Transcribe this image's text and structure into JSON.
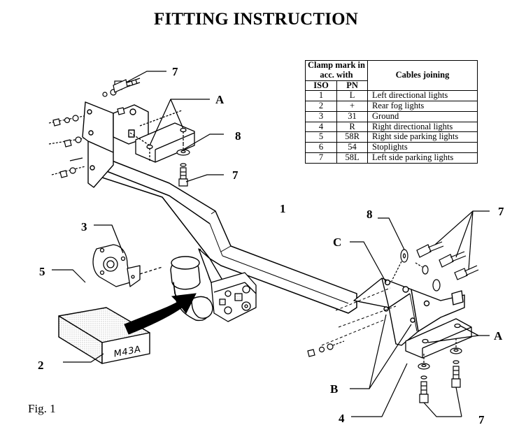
{
  "title": "FITTING INSTRUCTION",
  "figure_label": "Fig. 1",
  "box_marking": "M43A",
  "callouts": {
    "bolts_top": "7",
    "plate_top": "A",
    "washer_top": "8",
    "bolt_top_lower": "7",
    "crossbar": "1",
    "socket_plate": "3",
    "cover": "5",
    "box": "2",
    "washer_right": "8",
    "bolts_right": "7",
    "bracket_right": "C",
    "plate_right": "A",
    "bracket_holes": "B",
    "bracket_bottom": "4",
    "bolts_bottom": "7"
  },
  "table": {
    "header_clamp": "Clamp mark in acc. with",
    "header_iso": "ISO",
    "header_pn": "PN",
    "header_cables": "Cables joining",
    "rows": [
      {
        "iso": "1",
        "pn": "L",
        "cable": "Left directional lights"
      },
      {
        "iso": "2",
        "pn": "+",
        "cable": "Rear fog lights"
      },
      {
        "iso": "3",
        "pn": "31",
        "cable": "Ground"
      },
      {
        "iso": "4",
        "pn": "R",
        "cable": "Right directional lights"
      },
      {
        "iso": "5",
        "pn": "58R",
        "cable": "Right side parking lights"
      },
      {
        "iso": "6",
        "pn": "54",
        "cable": "Stoplights"
      },
      {
        "iso": "7",
        "pn": "58L",
        "cable": "Left side parking lights"
      }
    ]
  }
}
